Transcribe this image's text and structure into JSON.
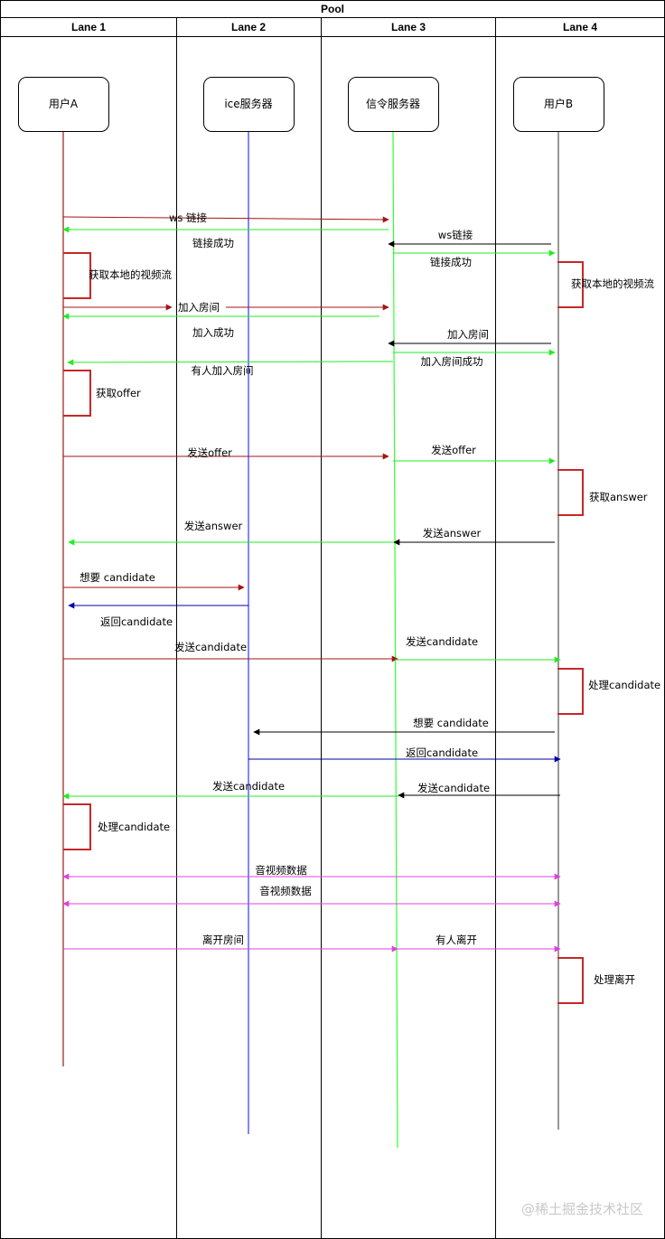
{
  "pool": {
    "title": "Pool"
  },
  "lanes": [
    "Lane 1",
    "Lane 2",
    "Lane 3",
    "Lane 4"
  ],
  "actors": [
    {
      "id": "userA",
      "label": "用户A",
      "lifeline_color": "#a31515"
    },
    {
      "id": "ice",
      "label": "ice服务器",
      "lifeline_color": "#3333ff"
    },
    {
      "id": "signal",
      "label": "信令服务器",
      "lifeline_color": "#33ff33"
    },
    {
      "id": "userB",
      "label": "用户B",
      "lifeline_color": "#555555"
    }
  ],
  "colors": {
    "dark_red": "#a31515",
    "green": "#22ee22",
    "black": "#000000",
    "blue": "#0000aa",
    "magenta": "#e040e0",
    "box_red": "#c62828"
  },
  "messages": [
    {
      "text": "ws 链接",
      "from": "userA",
      "to": "signal",
      "color": "dark_red"
    },
    {
      "text": "链接成功",
      "from": "signal",
      "to": "userA",
      "color": "green"
    },
    {
      "text": "ws链接",
      "from": "userB",
      "to": "signal",
      "color": "black"
    },
    {
      "text": "链接成功",
      "from": "signal",
      "to": "userB",
      "color": "green"
    },
    {
      "text": "加入房间",
      "from": "userA",
      "to": "signal",
      "color": "dark_red"
    },
    {
      "text": "加入成功",
      "from": "signal",
      "to": "userA",
      "color": "green"
    },
    {
      "text": "加入房间",
      "from": "userB",
      "to": "signal",
      "color": "black"
    },
    {
      "text": "加入房间成功",
      "from": "signal",
      "to": "userB",
      "color": "green"
    },
    {
      "text": "有人加入房间",
      "from": "signal",
      "to": "userA",
      "color": "green"
    },
    {
      "text": "发送offer",
      "from": "userA",
      "to": "signal",
      "color": "dark_red"
    },
    {
      "text": "发送offer",
      "from": "signal",
      "to": "userB",
      "color": "green"
    },
    {
      "text": "发送answer",
      "from": "userB",
      "to": "signal",
      "color": "black"
    },
    {
      "text": "发送answer",
      "from": "signal",
      "to": "userA",
      "color": "green"
    },
    {
      "text": "想要 candidate",
      "from": "userA",
      "to": "ice",
      "color": "dark_red"
    },
    {
      "text": "返回candidate",
      "from": "ice",
      "to": "userA",
      "color": "blue"
    },
    {
      "text": "发送candidate",
      "from": "userA",
      "to": "signal",
      "color": "dark_red"
    },
    {
      "text": "发送candidate",
      "from": "signal",
      "to": "userB",
      "color": "green"
    },
    {
      "text": "想要 candidate",
      "from": "userB",
      "to": "ice",
      "color": "black"
    },
    {
      "text": "返回candidate",
      "from": "ice",
      "to": "userB",
      "color": "blue"
    },
    {
      "text": "发送candidate",
      "from": "userB",
      "to": "signal",
      "color": "black"
    },
    {
      "text": "发送candidate",
      "from": "signal",
      "to": "userA",
      "color": "green"
    },
    {
      "text": "音视频数据",
      "from": "userA",
      "to": "userB",
      "color": "magenta",
      "bidirectional": true
    },
    {
      "text": "音视频数据",
      "from": "userA",
      "to": "userB",
      "color": "magenta",
      "bidirectional": true
    },
    {
      "text": "离开房间",
      "from": "userA",
      "to": "signal",
      "color": "magenta"
    },
    {
      "text": "有人离开",
      "from": "signal",
      "to": "userB",
      "color": "magenta"
    }
  ],
  "self_steps": [
    {
      "text": "获取本地的视频流",
      "actor": "userA"
    },
    {
      "text": "获取本地的视频流",
      "actor": "userB"
    },
    {
      "text": "获取offer",
      "actor": "userA"
    },
    {
      "text": "获取answer",
      "actor": "userB"
    },
    {
      "text": "处理candidate",
      "actor": "userB"
    },
    {
      "text": "处理candidate",
      "actor": "userA"
    },
    {
      "text": "处理离开",
      "actor": "userB"
    }
  ],
  "watermark": "@稀土掘金技术社区"
}
